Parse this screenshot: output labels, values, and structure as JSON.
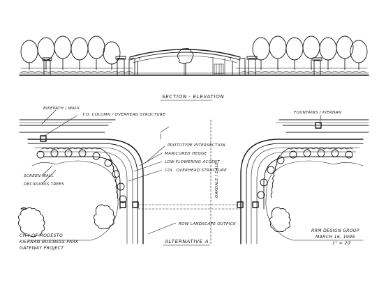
{
  "section_title": "SECTION · ELEVATION",
  "labels": {
    "bikepath": "BIKEPATH / WALK",
    "column_top": "T.O. COLUMN / OVERHEAD STRUCTURE",
    "fountains": "FOUNTAINS / KIERNAN",
    "prototype": "PROTOTYPE INTERSECTION",
    "manicured": "MANICURED HEDGE",
    "low_flowering": "LOW FLOWERING ACCENT",
    "col_overhead": "COL. OVERHEAD STRUCTURE",
    "screen_wall": "SCREEN WALL",
    "deciduous": "DECIDUOUS TREES",
    "oakdale": "OAKDALE / DALE",
    "row_landscape": "ROW LANDSCAPE OUTPICK",
    "alternative": "ALTERNATIVE A"
  },
  "title_block_left": [
    "CITY OF MODESTO",
    "KIERNAN BUSINESS PARK",
    "GATEWAY PROJECT"
  ],
  "title_block_right": [
    "RRM DESIGN GROUP",
    "MARCH 16, 1998",
    "1\" = 20'"
  ]
}
